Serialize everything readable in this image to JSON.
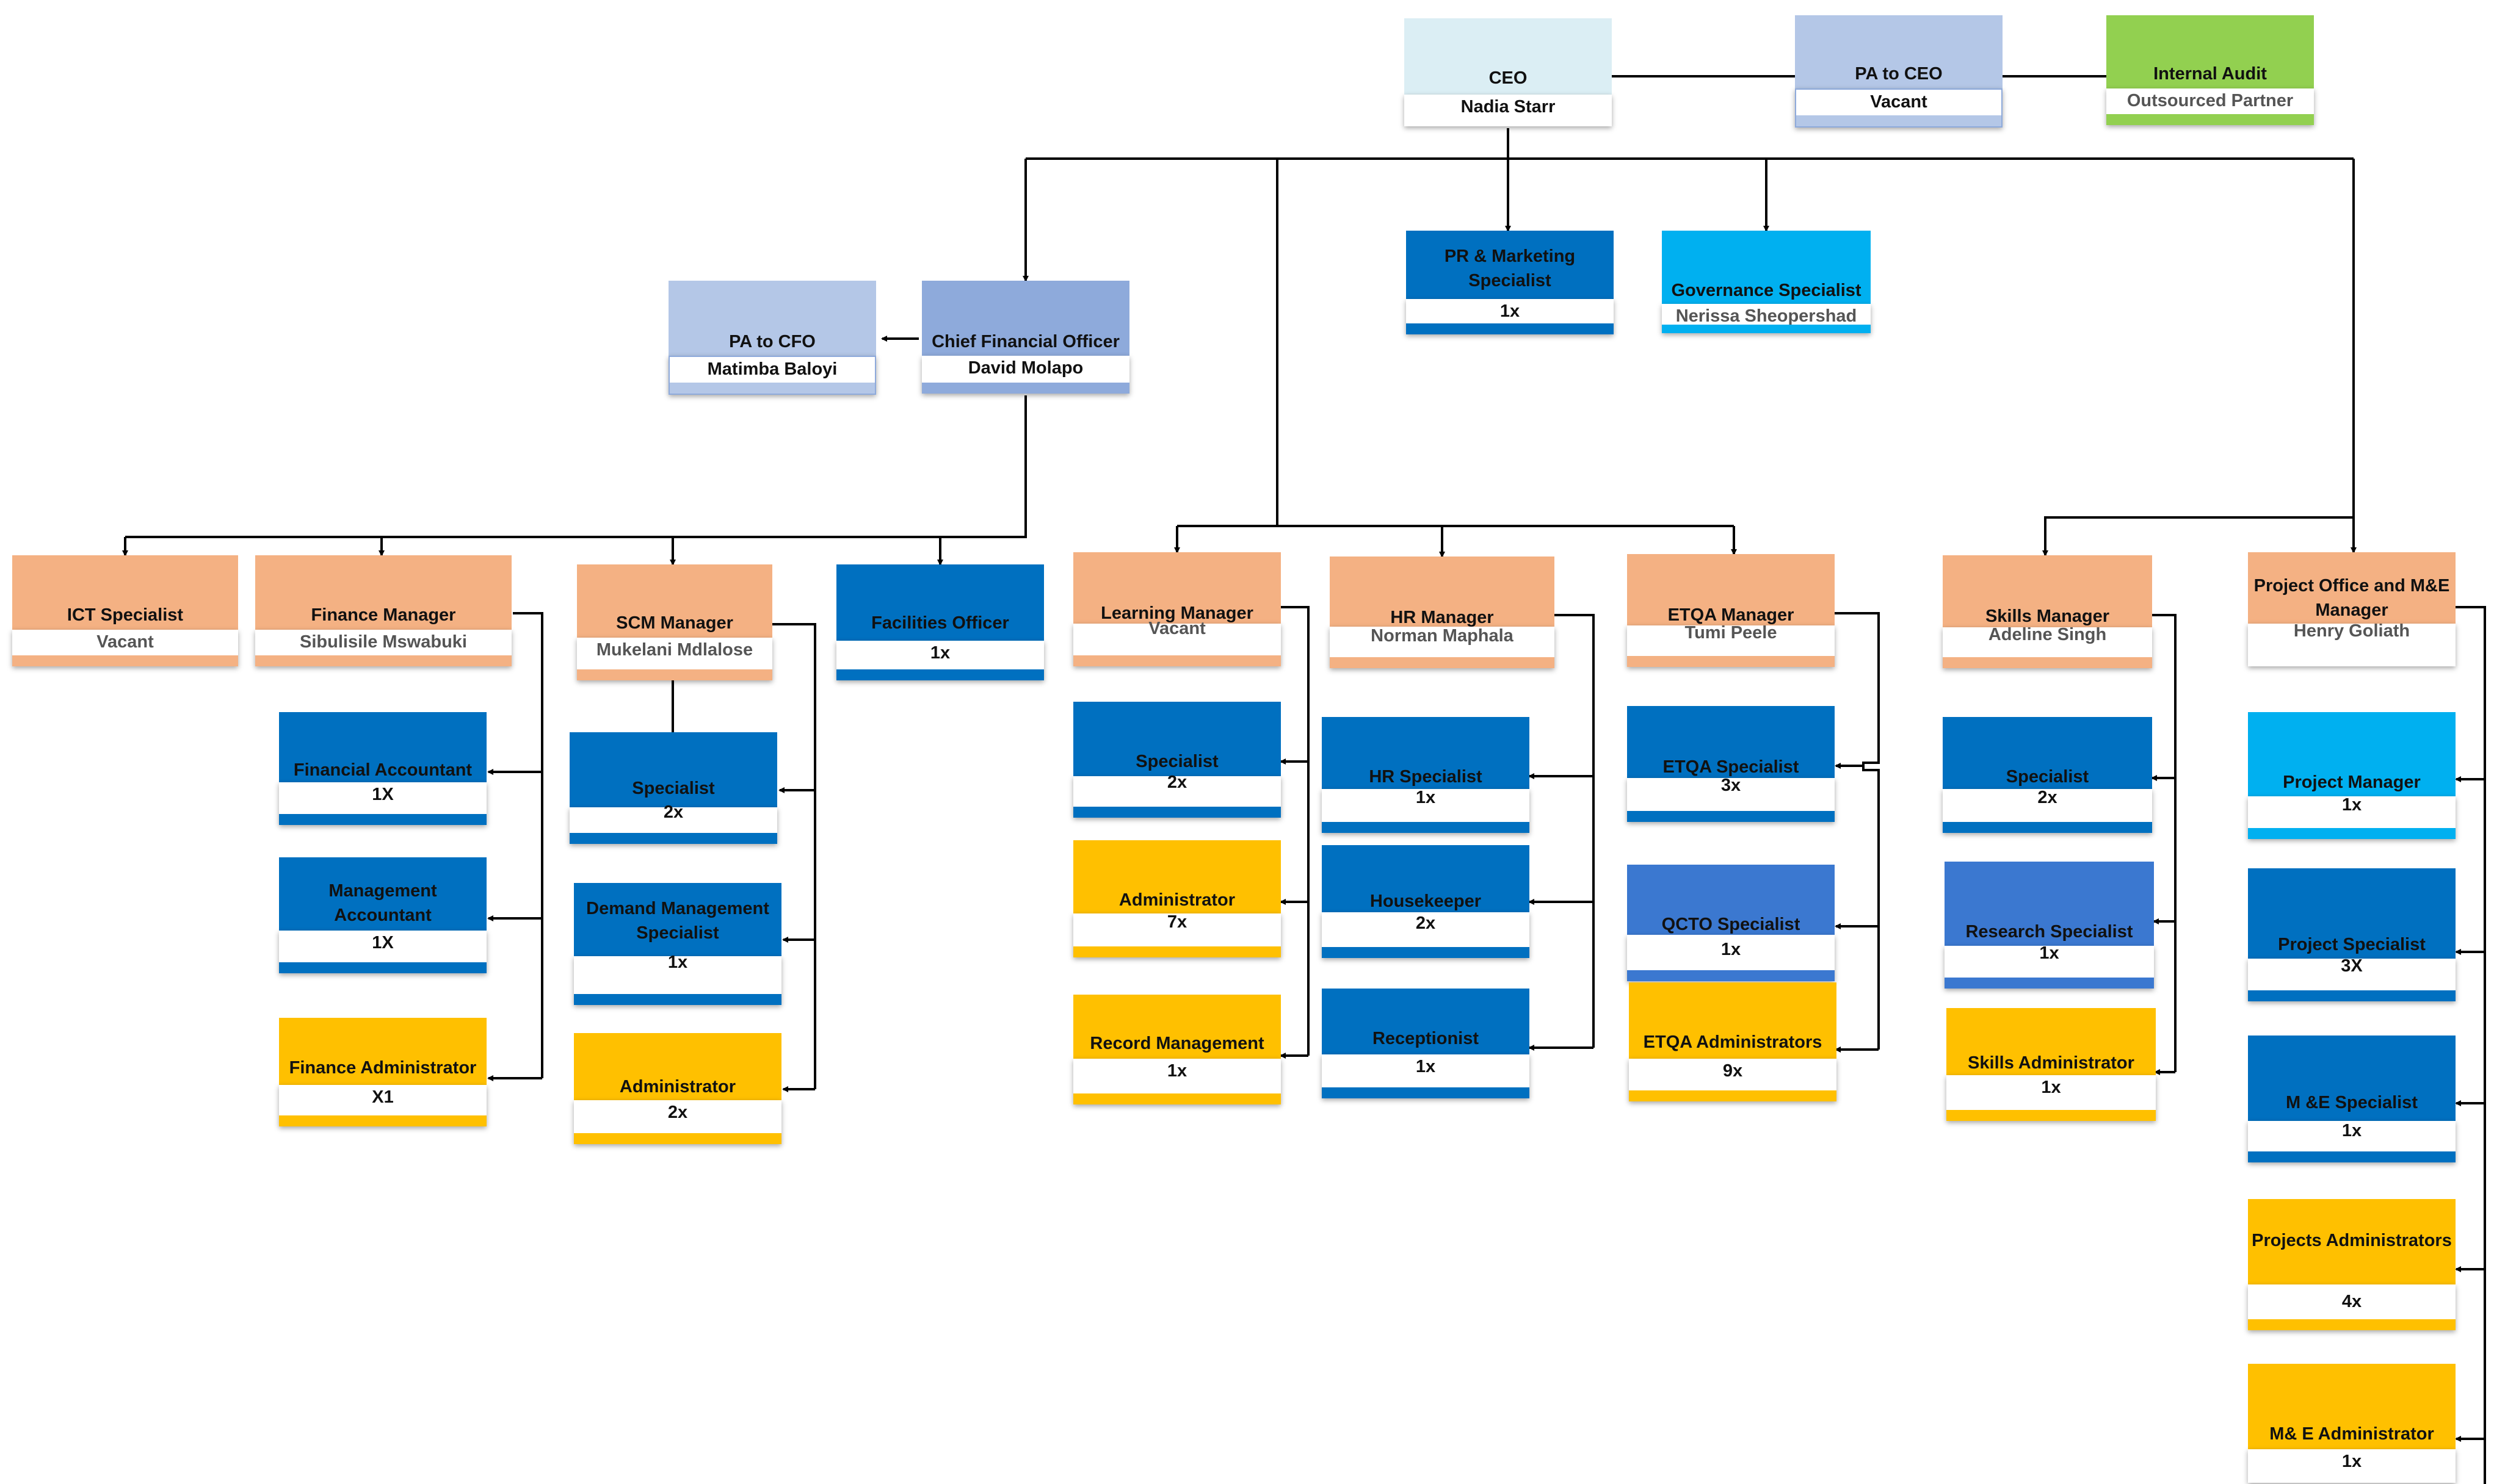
{
  "nodes": {
    "ceo": {
      "title": "CEO",
      "subtitle": "Nadia Starr"
    },
    "pa_ceo": {
      "title": "PA to CEO",
      "subtitle": "Vacant"
    },
    "internal_audit": {
      "title": "Internal Audit",
      "subtitle": "Outsourced Partner"
    },
    "pr_marketing": {
      "title": "PR & Marketing Specialist",
      "subtitle": "1x"
    },
    "governance": {
      "title": "Governance Specialist",
      "subtitle": "Nerissa Sheopershad"
    },
    "pa_cfo": {
      "title": "PA to CFO",
      "subtitle": "Matimba Baloyi"
    },
    "cfo": {
      "title": "Chief Financial Officer",
      "subtitle": "David Molapo"
    },
    "ict": {
      "title": "ICT Specialist",
      "subtitle": "Vacant"
    },
    "finance_mgr": {
      "title": "Finance Manager",
      "subtitle": "Sibulisile Mswabuki"
    },
    "scm_mgr": {
      "title": "SCM Manager",
      "subtitle": "Mukelani Mdlalose"
    },
    "facilities": {
      "title": "Facilities Officer",
      "subtitle": "1x"
    },
    "learning_mgr": {
      "title": "Learning Manager",
      "subtitle": "Vacant"
    },
    "hr_mgr": {
      "title": "HR Manager",
      "subtitle": "Norman Maphala"
    },
    "etqa_mgr": {
      "title": "ETQA Manager",
      "subtitle": "Tumi Peele"
    },
    "skills_mgr": {
      "title": "Skills Manager",
      "subtitle": "Adeline Singh"
    },
    "po_mgr": {
      "title": "Project Office and M&E Manager",
      "subtitle": "Henry Goliath"
    },
    "fin_acc": {
      "title": "Financial Accountant",
      "subtitle": "1X"
    },
    "mgmt_acc": {
      "title": "Management Accountant",
      "subtitle": "1X"
    },
    "fin_admin": {
      "title": "Finance Administrator",
      "subtitle": "X1"
    },
    "scm_spec": {
      "title": "Specialist",
      "subtitle": "2x"
    },
    "demand": {
      "title": "Demand Management Specialist",
      "subtitle": "1x"
    },
    "scm_admin": {
      "title": "Administrator",
      "subtitle": "2x"
    },
    "learn_spec": {
      "title": "Specialist",
      "subtitle": "2x"
    },
    "learn_admin": {
      "title": "Administrator",
      "subtitle": "7x"
    },
    "record": {
      "title": "Record Management",
      "subtitle": "1x"
    },
    "hr_spec": {
      "title": "HR Specialist",
      "subtitle": "1x"
    },
    "housekeeper": {
      "title": "Housekeeper",
      "subtitle": "2x"
    },
    "receptionist": {
      "title": "Receptionist",
      "subtitle": "1x"
    },
    "etqa_spec": {
      "title": "ETQA Specialist",
      "subtitle": "3x"
    },
    "qcto": {
      "title": "QCTO Specialist",
      "subtitle": "1x"
    },
    "etqa_admin": {
      "title": "ETQA Administrators",
      "subtitle": "9x"
    },
    "skills_spec": {
      "title": "Specialist",
      "subtitle": "2x"
    },
    "research": {
      "title": "Research Specialist",
      "subtitle": "1x"
    },
    "skills_admin": {
      "title": "Skills Administrator",
      "subtitle": "1x"
    },
    "proj_mgr": {
      "title": "Project Manager",
      "subtitle": "1x"
    },
    "proj_spec": {
      "title": "Project Specialist",
      "subtitle": "3X"
    },
    "me_spec": {
      "title": "M &E Specialist",
      "subtitle": "1x"
    },
    "proj_admins": {
      "title": "Projects Administrators",
      "subtitle": "4x"
    },
    "me_admin": {
      "title": "M& E Administrator",
      "subtitle": "1x"
    }
  },
  "colors": {
    "orange": "#f4b183",
    "blue": "#0070c0",
    "gold": "#ffc000",
    "cyan": "#00b0f0",
    "medium_blue": "#3b78d0",
    "light_blue": "#b4c7e7",
    "pale_blue": "#dbeef4",
    "green": "#92d050",
    "cfo_blue": "#8eaadb"
  }
}
